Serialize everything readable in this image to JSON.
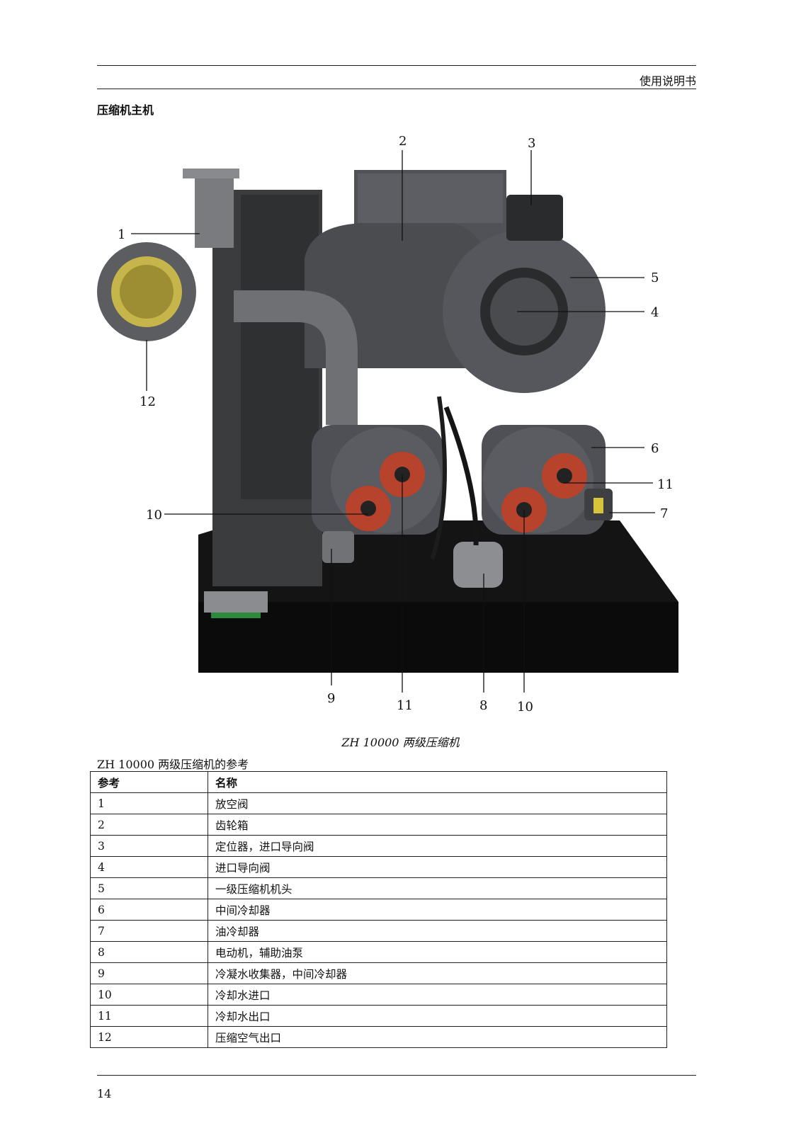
{
  "header": {
    "title": "使用说明书"
  },
  "section_title": "压缩机主机",
  "figure": {
    "callouts": [
      "1",
      "2",
      "3",
      "4",
      "5",
      "6",
      "7",
      "8",
      "9",
      "10",
      "11",
      "12",
      "10",
      "11"
    ],
    "caption": "ZH 10000 两级压缩机"
  },
  "table": {
    "title": "ZH 10000 两级压缩机的参考",
    "headers": [
      "参考",
      "名称"
    ],
    "rows": [
      [
        "1",
        "放空阀"
      ],
      [
        "2",
        "齿轮箱"
      ],
      [
        "3",
        "定位器，进口导向阀"
      ],
      [
        "4",
        "进口导向阀"
      ],
      [
        "5",
        "一级压缩机机头"
      ],
      [
        "6",
        "中间冷却器"
      ],
      [
        "7",
        "油冷却器"
      ],
      [
        "8",
        "电动机，辅助油泵"
      ],
      [
        "9",
        "冷凝水收集器，中间冷却器"
      ],
      [
        "10",
        "冷却水进口"
      ],
      [
        "11",
        "冷却水出口"
      ],
      [
        "12",
        "压缩空气出口"
      ]
    ]
  },
  "footer": {
    "page_number": "14"
  }
}
